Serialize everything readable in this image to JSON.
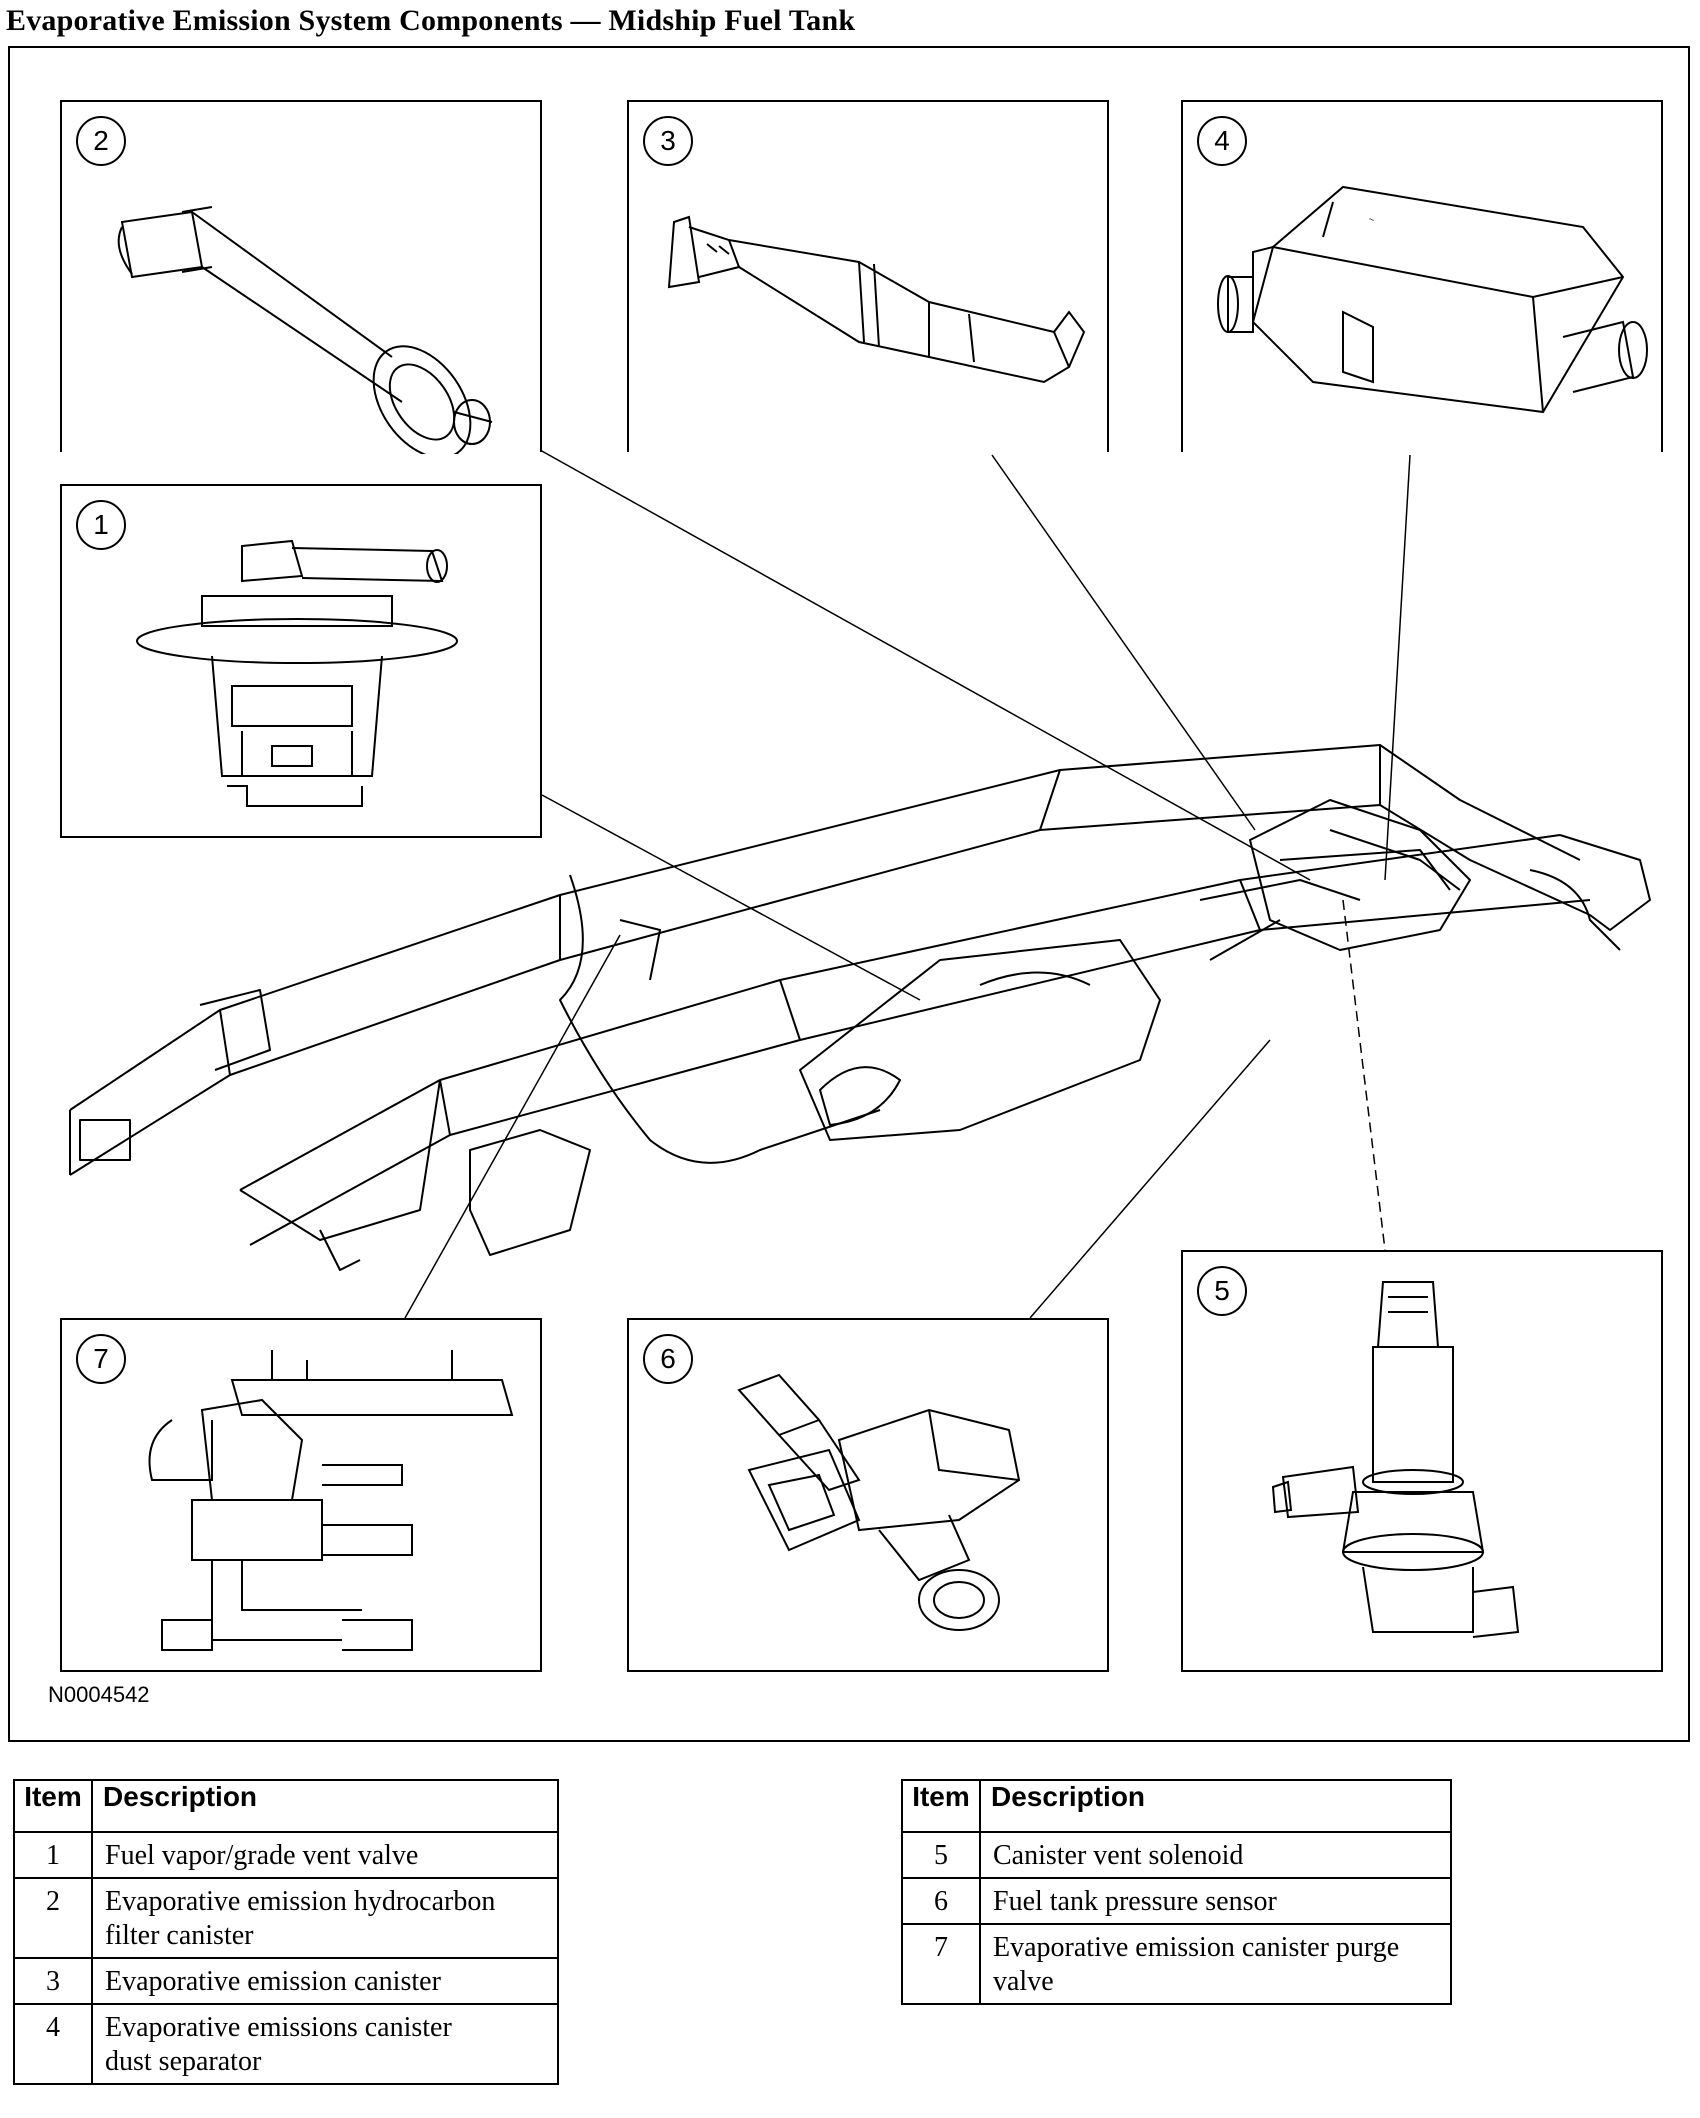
{
  "title": "Evaporative Emission System Components — Midship Fuel Tank",
  "figure_code": "N0004542",
  "callouts": [
    "1",
    "2",
    "3",
    "4",
    "5",
    "6",
    "7"
  ],
  "legend_left": {
    "headers": [
      "Item",
      "Description"
    ],
    "rows": [
      {
        "item": "1",
        "description": "Fuel vapor/grade vent valve"
      },
      {
        "item": "2",
        "description": "Evaporative emission hydrocarbon filter canister"
      },
      {
        "item": "3",
        "description": "Evaporative emission canister"
      },
      {
        "item": "4",
        "description": "Evaporative emissions canister dust separator"
      }
    ]
  },
  "legend_right": {
    "headers": [
      "Item",
      "Description"
    ],
    "rows": [
      {
        "item": "5",
        "description": "Canister vent solenoid"
      },
      {
        "item": "6",
        "description": "Fuel tank pressure sensor"
      },
      {
        "item": "7",
        "description": "Evaporative emission canister purge valve"
      }
    ]
  }
}
